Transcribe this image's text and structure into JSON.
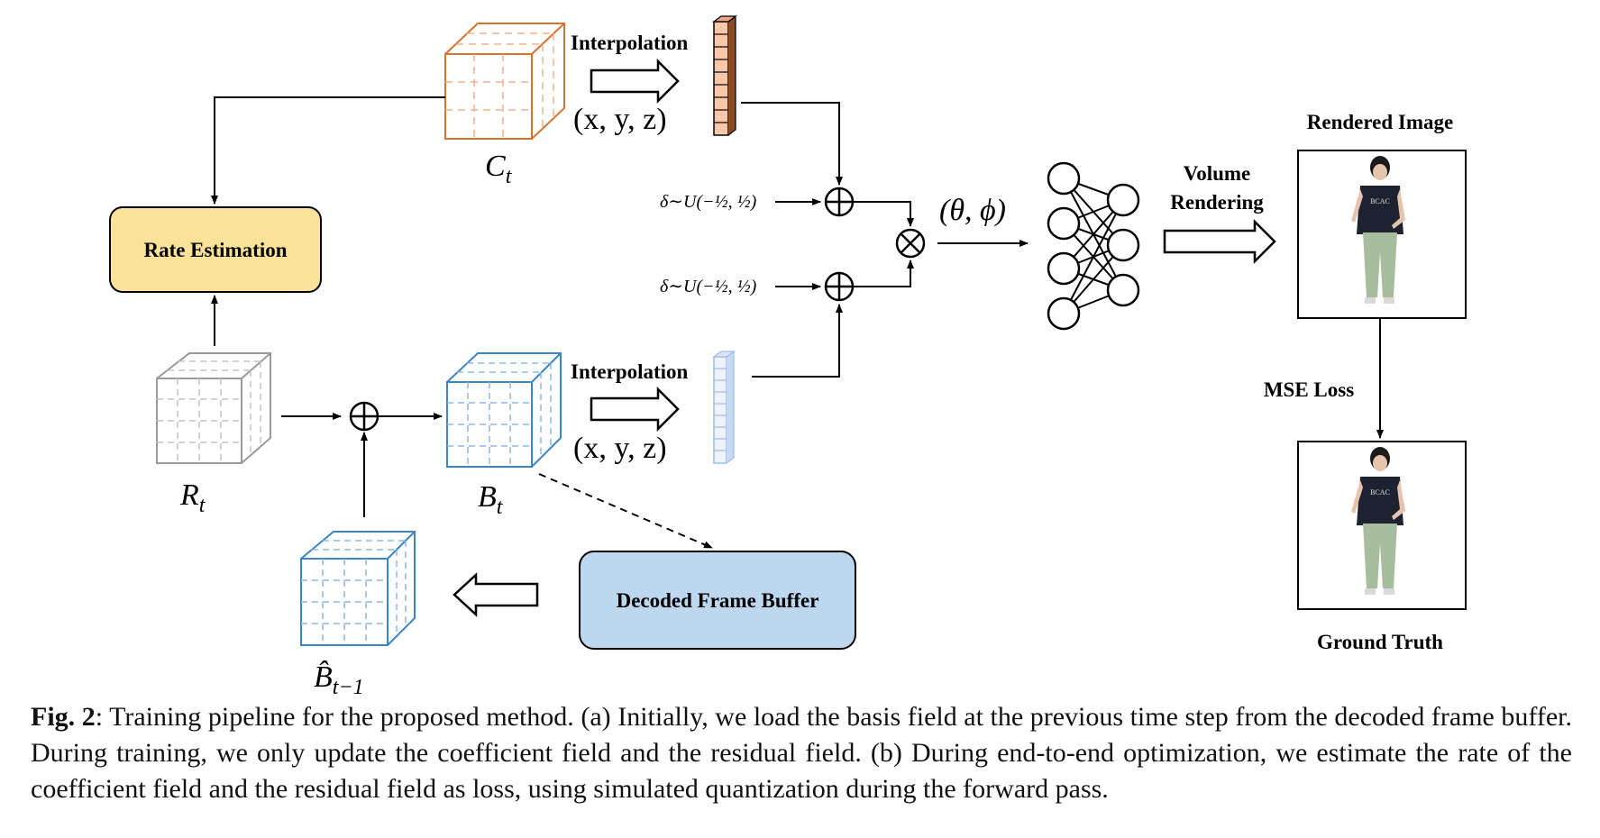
{
  "diagram": {
    "interp_top_label": "Interpolation",
    "interp_bottom_label": "Interpolation",
    "xyz_top": "(x, y, z)",
    "xyz_bottom": "(x, y, z)",
    "ct_label": {
      "base": "C",
      "sub": "t"
    },
    "rt_label": {
      "base": "R",
      "sub": "t"
    },
    "bt_label": {
      "base": "B",
      "sub": "t"
    },
    "bprev_label": {
      "base": "B̂",
      "sub": "t−1"
    },
    "rate_estimation": "Rate Estimation",
    "decoded_frame_buffer": "Decoded Frame Buffer",
    "noise_top": "δ∼U(−½, ½)",
    "noise_bottom": "δ∼U(−½, ½)",
    "theta_phi": "(θ, ϕ)",
    "volume_rendering_line1": "Volume",
    "volume_rendering_line2": "Rendering",
    "rendered_image": "Rendered Image",
    "mse_loss": "MSE Loss",
    "ground_truth": "Ground Truth",
    "colors": {
      "coefficient": "#d8732f",
      "coefficient_fill": "#f9c7aa",
      "basis": "#3b86c6",
      "basis_light": "#9bbde9",
      "residual": "#9a9a9a",
      "rate_box": "#fbe29a",
      "buffer_box": "#bcd7ee"
    },
    "photo_text": "BCAC"
  },
  "caption": {
    "label": "Fig. 2",
    "text": ": Training pipeline for the proposed method. (a) Initially, we load the basis field at the previous time step from the decoded frame buffer. During training, we only update the coefficient field and the residual field. (b) During end-to-end optimization, we estimate the rate of the coefficient field and the residual field as loss, using simulated quantization during the forward pass."
  }
}
